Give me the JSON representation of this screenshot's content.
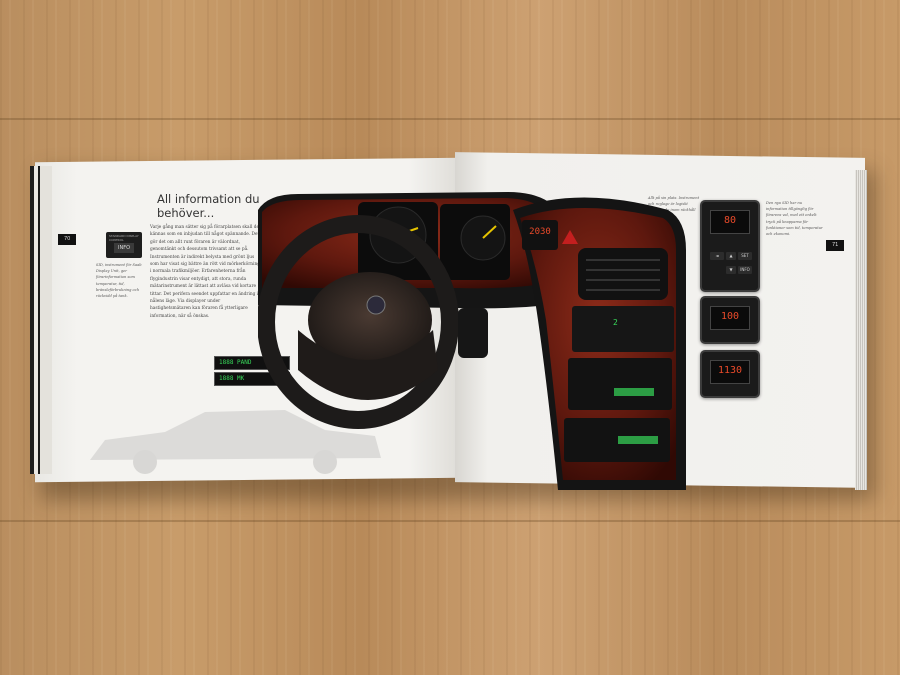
{
  "left_page": {
    "page_number": "70",
    "heading": "All information du behöver...",
    "body_text": "Varje gång man sätter sig på förarplatsen skall det kännas som en inbjudan till något spännande. Det gör det om allt runt föraren är välordnat, genomtänkt och dessutom trivsamt att se på. Instrumenten är indirekt belysta med grönt ljus som har visat sig bättre än rött vid mörkerkörning i normala trafikmiljöer. Erfarenheterna från flygindustrin visar entydigt, att stora, runda mätarinstrument är lättast att avläsa vid kortare tittar. Det perifera seendet uppfattar en ändring i nålens läge. Via displayer under hastighetsmätaren kan föraren få ytterligare information, när så önskas.",
    "caption": "SID, instrument för Saab Display Unit, ger förarinformation som temperatur, tid, bränsleförbrukning och räckvidd på tank.",
    "info_panel_title": "STANDARD DISPLAY CONTROL",
    "info_button_label": "INFO",
    "lcd_readouts": [
      "1888 PAND",
      "1888 MK"
    ]
  },
  "right_page": {
    "page_number": "71",
    "caption_mid": "Allt på sin plats. Instrument och reglage är logiskt grupperade inom räckhåll för föraren.",
    "caption_right": "Den nya SID har nu information tillgänglig för förarens val, med ett enkelt tryck på knapparna för funktioner som tid, temperatur och ekonomi.",
    "pods": [
      {
        "reading": "80",
        "buttons": [
          "SET",
          "INFO"
        ]
      },
      {
        "reading": "100",
        "buttons": []
      },
      {
        "reading": "1130",
        "buttons": []
      }
    ]
  },
  "dashboard": {
    "clock_display": "2030",
    "sid_display": "2"
  },
  "colors": {
    "wood_table": "#c49868",
    "page": "#f3f2ef",
    "burl_walnut": "#6e1f12",
    "lcd_green": "#38d85a",
    "lcd_red": "#e94a2a"
  }
}
